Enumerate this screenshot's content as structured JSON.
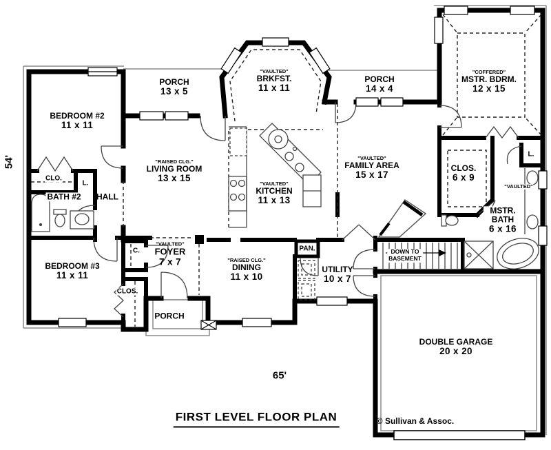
{
  "meta": {
    "title": "FIRST LEVEL FLOOR PLAN",
    "copyright": "© Sullivan & Assoc."
  },
  "dimensions": {
    "overall_width": "65'",
    "overall_depth": "54'"
  },
  "colors": {
    "wall": "#000000",
    "thin_line": "#555555",
    "roof_line": "#8a8a8a",
    "background": "#ffffff"
  },
  "rooms": {
    "bedroom2": {
      "name": "BEDROOM #2",
      "dims": "11 x 11"
    },
    "porch_top_left": {
      "name": "PORCH",
      "dims": "13 x 5"
    },
    "breakfast": {
      "note": "\"VAULTED\"",
      "name": "BRKFST.",
      "dims": "11 x 11"
    },
    "porch_top_right": {
      "name": "PORCH",
      "dims": "14 x 4"
    },
    "master_bedroom": {
      "note": "\"COFFERED\"",
      "name": "MSTR. BDRM.",
      "dims": "12 x 15"
    },
    "living_room": {
      "note": "\"RAISED CLG.\"",
      "name": "LIVING ROOM",
      "dims": "13 x 15"
    },
    "kitchen": {
      "note": "\"VAULTED\"",
      "name": "KITCHEN",
      "dims": "11 x 13"
    },
    "family_area": {
      "note": "\"VAULTED\"",
      "name": "FAMILY AREA",
      "dims": "15 x 17"
    },
    "master_closet": {
      "name": "CLOS.",
      "dims": "6 x 9"
    },
    "master_bath": {
      "note": "\"VAULTED\"",
      "name": "MSTR. BATH",
      "dims": "6 x 16"
    },
    "closet_hall": {
      "name": "CLO."
    },
    "linen_hall": {
      "name": "L."
    },
    "linen_master": {
      "name": "L."
    },
    "bath2": {
      "name": "BATH #2"
    },
    "hall": {
      "name": "HALL"
    },
    "bedroom3": {
      "name": "BEDROOM #3",
      "dims": "11 x 11"
    },
    "coat_closet": {
      "name": "C."
    },
    "foyer": {
      "note": "\"VAULTED\"",
      "name": "FOYER",
      "dims": "7 x 7"
    },
    "closet_bedroom3": {
      "name": "CLOS."
    },
    "porch_front": {
      "name": "PORCH"
    },
    "dining": {
      "note": "\"RAISED CLG.\"",
      "name": "DINING",
      "dims": "11 x 10"
    },
    "pantry": {
      "name": "PAN."
    },
    "utility": {
      "name": "UTILITY",
      "dims": "10 x 7"
    },
    "stairs": {
      "line1": "DOWN TO",
      "line2": "BASEMENT"
    },
    "garage": {
      "name": "DOUBLE GARAGE",
      "dims": "20 x 20"
    }
  }
}
